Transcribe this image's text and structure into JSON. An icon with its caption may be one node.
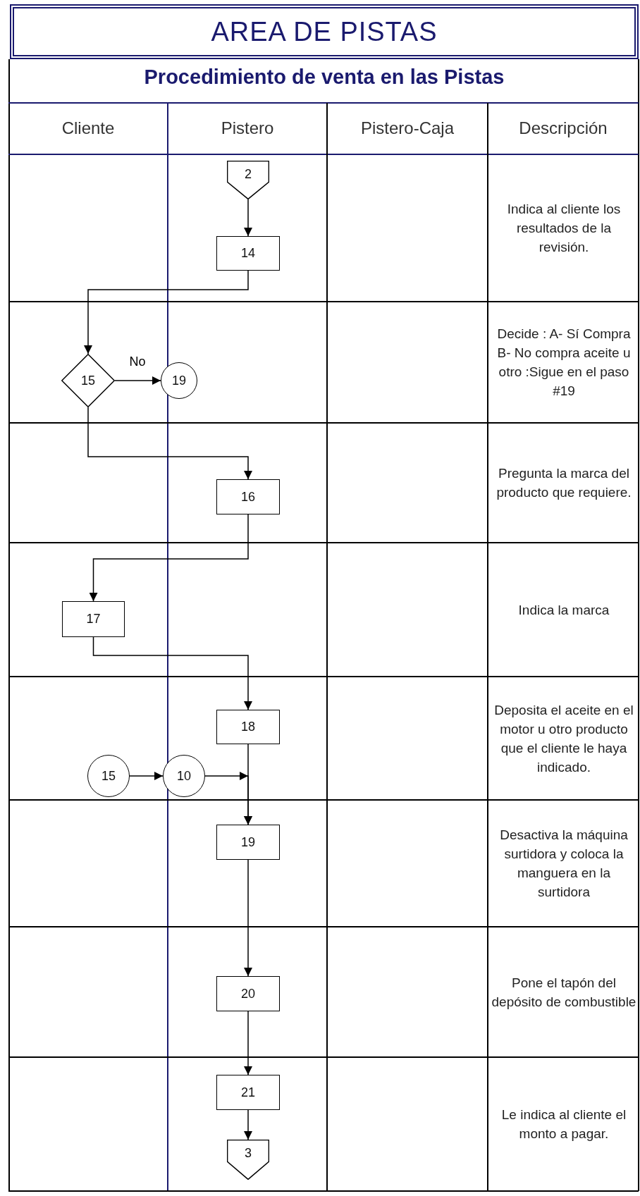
{
  "diagram": {
    "title": "AREA DE PISTAS",
    "nodes": [
      {
        "text": [
          "2"
        ]
      },
      {
        "text": [
          "14"
        ]
      },
      {
        "text": [
          "15"
        ]
      },
      {
        "text": [
          "19"
        ]
      },
      {
        "text": [
          "16"
        ]
      },
      {
        "text": [
          "17"
        ]
      },
      {
        "text": [
          "18"
        ]
      },
      {
        "text": [
          "15"
        ]
      },
      {
        "text": [
          "10"
        ]
      },
      {
        "text": [
          "19"
        ]
      },
      {
        "text": [
          "20"
        ]
      },
      {
        "text": [
          "21"
        ]
      },
      {
        "text": [
          "3"
        ]
      }
    ],
    "edges": [
      {
        "from": 0,
        "to": 1,
        "arrow": "to"
      },
      {
        "from": 1,
        "to": 2,
        "arrow": "to"
      },
      {
        "from": 2,
        "to": 3,
        "arrow": "to",
        "label": "No"
      },
      {
        "from": 2,
        "to": 4,
        "arrow": "to"
      },
      {
        "from": 4,
        "to": 5,
        "arrow": "to"
      },
      {
        "from": 5,
        "to": 6,
        "arrow": "to"
      },
      {
        "from": 6,
        "to": 9,
        "arrow": "to"
      },
      {
        "from": 7,
        "to": 8,
        "arrow": "to"
      },
      {
        "from": 8,
        "to": 9,
        "arrow": "to"
      },
      {
        "from": 9,
        "to": 10,
        "arrow": "to"
      },
      {
        "from": 10,
        "to": 11,
        "arrow": "to"
      },
      {
        "from": 11,
        "to": 12,
        "arrow": "to"
      }
    ],
    "labels": [
      "Procedimiento de venta en las Pistas",
      "Cliente",
      "Pistero",
      "Pistero-Caja",
      "Descripción",
      "Indica al cliente los resultados de la revisión.",
      "Decide : A- Sí Compra B- No compra aceite u otro :Sigue en el paso #19",
      "Pregunta la marca del producto que requiere.",
      "Indica la marca",
      "Deposita el aceite en el motor u otro producto que el cliente le haya indicado.",
      "Desactiva la máquina surtidora y coloca la manguera en la surtidora",
      "Pone el tapón del depósito de combustible",
      "Le indica al cliente el monto a pagar."
    ]
  }
}
